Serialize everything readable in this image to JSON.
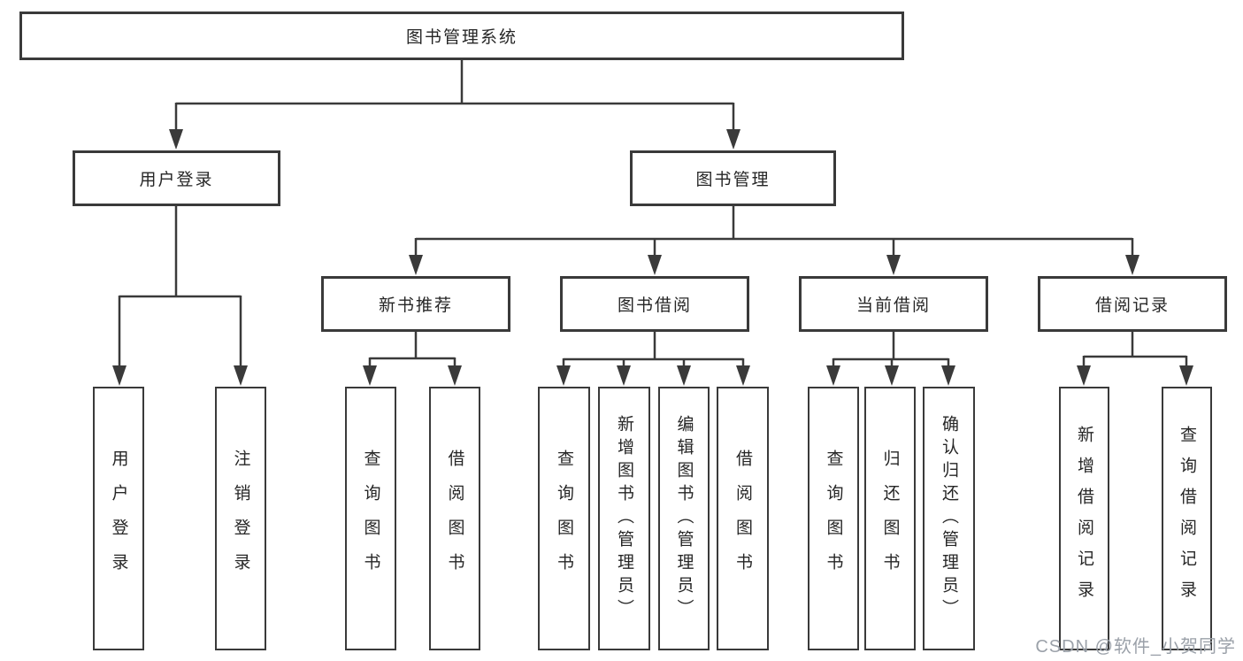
{
  "tree": {
    "root": {
      "label": "图书管理系统"
    },
    "branches": {
      "user_login": {
        "label": "用户登录",
        "children": [
          {
            "label": "用户登录"
          },
          {
            "label": "注销登录"
          }
        ]
      },
      "book_mgmt": {
        "label": "图书管理",
        "children": [
          {
            "label": "新书推荐",
            "children": [
              {
                "label": "查询图书"
              },
              {
                "label": "借阅图书"
              }
            ]
          },
          {
            "label": "图书借阅",
            "children": [
              {
                "label": "查询图书"
              },
              {
                "label": "新增图书（管理员）"
              },
              {
                "label": "编辑图书（管理员）"
              },
              {
                "label": "借阅图书"
              }
            ]
          },
          {
            "label": "当前借阅",
            "children": [
              {
                "label": "查询图书"
              },
              {
                "label": "归还图书"
              },
              {
                "label": "确认归还（管理员）"
              }
            ]
          },
          {
            "label": "借阅记录",
            "children": [
              {
                "label": "新增借阅记录"
              },
              {
                "label": "查询借阅记录"
              }
            ]
          }
        ]
      }
    }
  },
  "watermark": {
    "text": "CSDN @软件_小贺同学"
  },
  "colors": {
    "line_color": "#3a3a3a",
    "text_color": "#262626",
    "background_color": "#ffffff",
    "watermark_color": "#9ba1a9"
  }
}
